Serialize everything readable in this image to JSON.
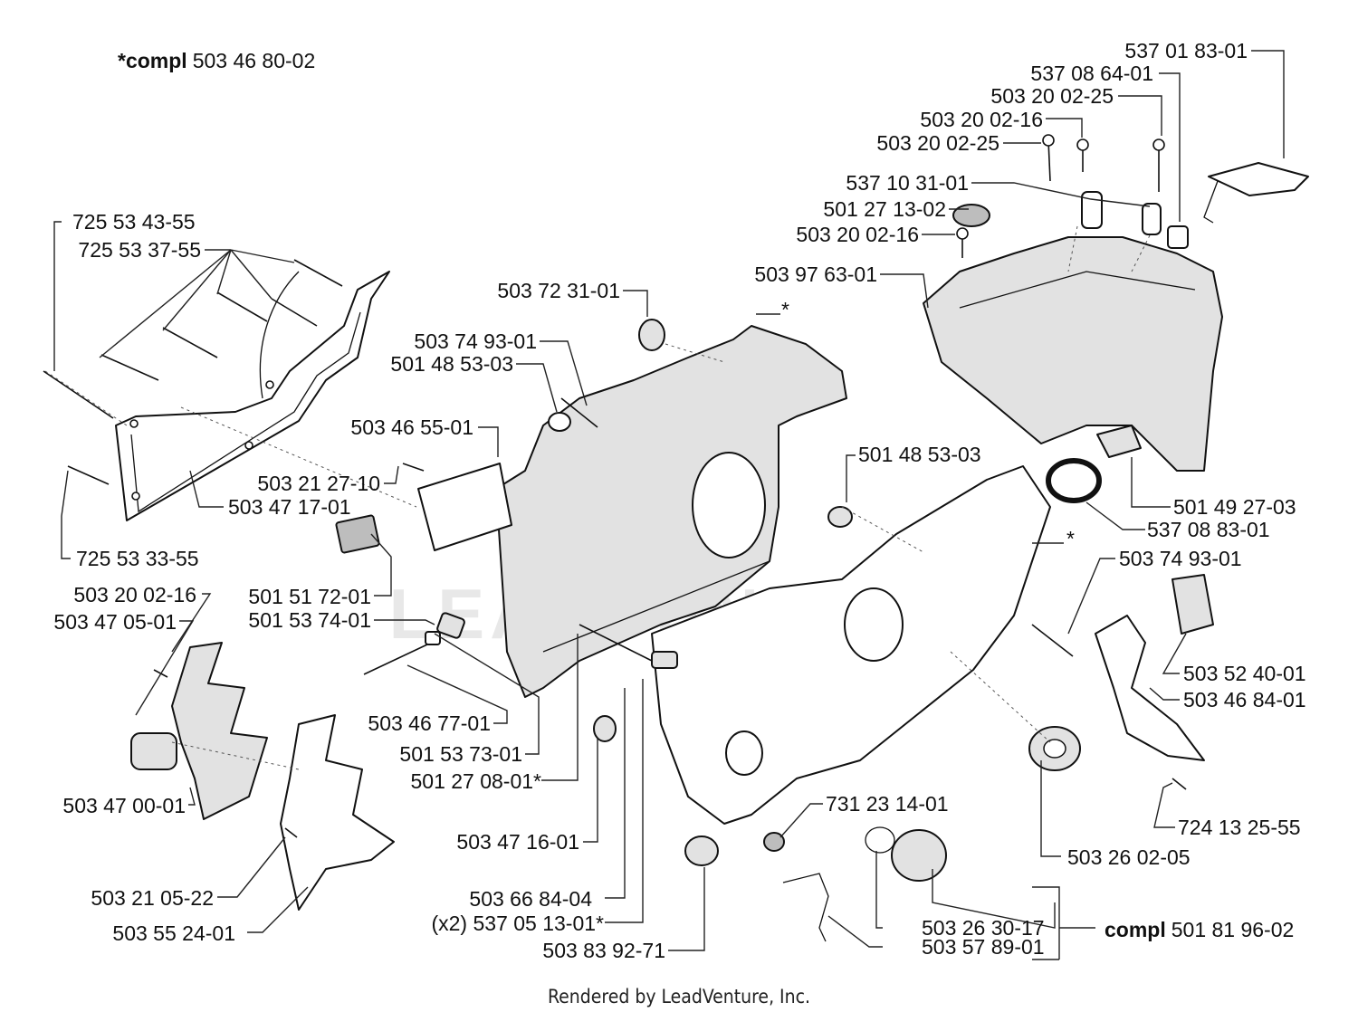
{
  "assembly": {
    "prefix": "*compl",
    "number": "503 46 80-02"
  },
  "complete_kit": {
    "prefix": "compl",
    "number": "501 81 96-02"
  },
  "footer": "Rendered by LeadVenture, Inc.",
  "watermark": "LEADVENTURE",
  "callouts": [
    "537 01 83-01",
    "537 08 64-01",
    "503 20 02-25",
    "503 20 02-16",
    "503 20 02-25",
    "537 10 31-01",
    "501 27 13-02",
    "503 20 02-16",
    "503 97 63-01",
    "725 53 43-55",
    "725 53 37-55",
    "503 72 31-01",
    "503 74 93-01",
    "501 48 53-03",
    "503 46 55-01",
    "503 21 27-10",
    "503 47 17-01",
    "725 53 33-55",
    "501 48 53-03",
    "501 49 27-03",
    "537 08 83-01",
    "503 74 93-01",
    "503 20 02-16",
    "501 51 72-01",
    "503 47 05-01",
    "501 53 74-01",
    "503 52 40-01",
    "503 46 84-01",
    "503 46 77-01",
    "501 53 73-01",
    "501 27 08-01*",
    "503 47 00-01",
    "731 23 14-01",
    "724 13 25-55",
    "503 47 16-01",
    "503 26 02-05",
    "503 21 05-22",
    "503 66 84-04",
    "(x2) 537 05 13-01*",
    "503 26 30-17",
    "503 55 24-01",
    "503 57 89-01",
    "503 83 92-71"
  ],
  "asterisks": [
    "*",
    "*"
  ]
}
